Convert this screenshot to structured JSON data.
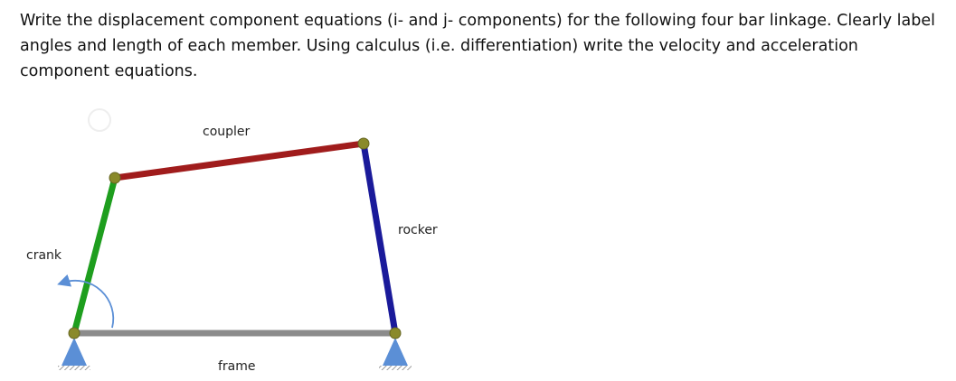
{
  "question": {
    "text": "Write the displacement component equations (i- and j- components) for the following four bar linkage. Clearly label angles and length of each member. Using calculus (i.e. differentiation) write the velocity and acceleration component equations."
  },
  "diagram": {
    "labels": {
      "coupler": "coupler",
      "rocker": "rocker",
      "crank": "crank",
      "frame": "frame"
    },
    "colors": {
      "crank": "#1e9e1e",
      "coupler": "#a01c1c",
      "rocker": "#1a1a9a",
      "frame": "#8c8c8c",
      "joint": "#8a8a2a",
      "support": "#5b8fd6",
      "angle_arrow": "#5b8fd6"
    }
  }
}
